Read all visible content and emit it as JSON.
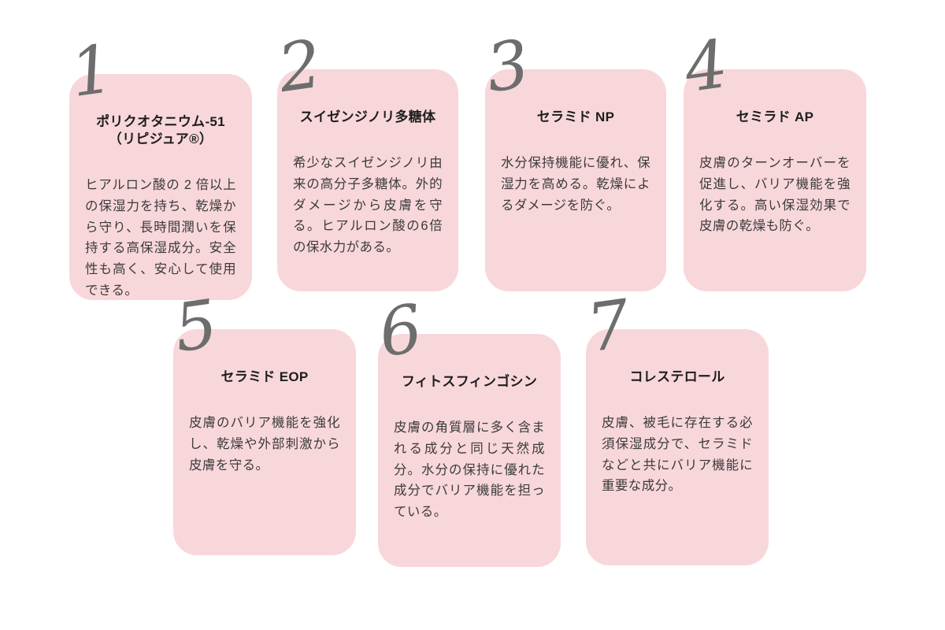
{
  "colors": {
    "card_bg": "#f8d7db",
    "number_color": "#6d6d6d",
    "title_color": "#1d1d1d",
    "body_color": "#3b3b3b"
  },
  "cards": [
    {
      "number": "1",
      "title": "ポリクオタニウム-51",
      "subtitle": "（リピジュア®）",
      "body": "ヒアルロン酸の 2 倍以上の保湿力を持ち、乾燥から守り、長時間潤いを保持する高保湿成分。安全性も高く、安心して使用できる。"
    },
    {
      "number": "2",
      "title": "スイゼンジノリ多糖体",
      "subtitle": "",
      "body": "希少なスイゼンジノリ由来の高分子多糖体。外的ダメージから皮膚を守る。ヒアルロン酸の6倍の保水力がある。"
    },
    {
      "number": "3",
      "title": "セラミド NP",
      "subtitle": "",
      "body": "水分保持機能に優れ、保湿力を高める。乾燥によるダメージを防ぐ。"
    },
    {
      "number": "4",
      "title": "セミラド AP",
      "subtitle": "",
      "body": "皮膚のターンオーバーを促進し、バリア機能を強化する。高い保湿効果で皮膚の乾燥も防ぐ。"
    },
    {
      "number": "5",
      "title": "セラミド EOP",
      "subtitle": "",
      "body": "皮膚のバリア機能を強化し、乾燥や外部刺激から皮膚を守る。"
    },
    {
      "number": "6",
      "title": "フィトスフィンゴシン",
      "subtitle": "",
      "body": "皮膚の角質層に多く含まれる成分と同じ天然成分。水分の保持に優れた成分でバリア機能を担っている。"
    },
    {
      "number": "7",
      "title": "コレステロール",
      "subtitle": "",
      "body": "皮膚、被毛に存在する必須保湿成分で、セラミドなどと共にバリア機能に重要な成分。"
    }
  ]
}
